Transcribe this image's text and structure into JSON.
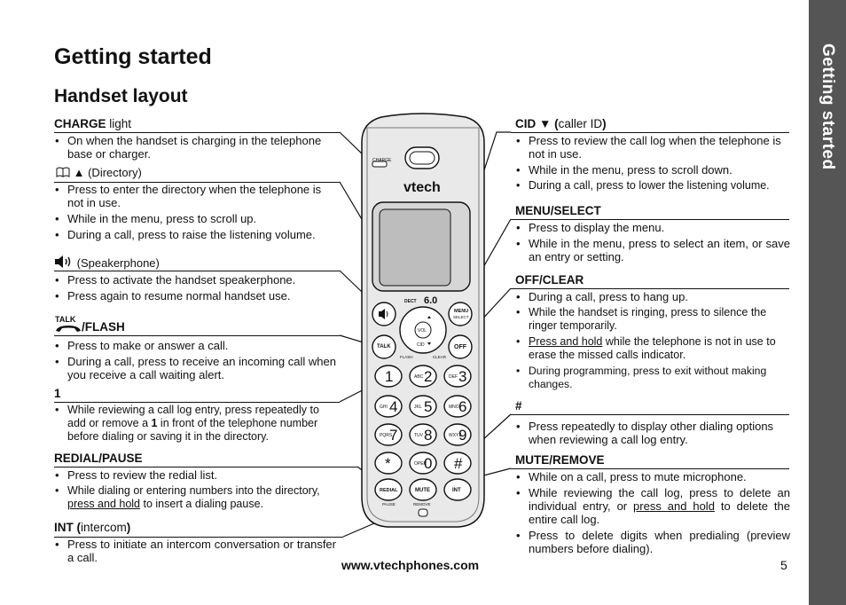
{
  "title": "Getting started",
  "subtitle": "Handset layout",
  "side_tab": "Getting started",
  "left": {
    "charge": {
      "label": "CHARGE",
      "suffix": " light",
      "items": [
        "On when the handset is charging in the telephone base or charger."
      ]
    },
    "directory": {
      "label": "▲ (Directory)",
      "items": [
        "Press to enter the directory when the telephone is not in use.",
        "While in the menu, press to scroll up.",
        "During a call, press to raise the listening volume."
      ]
    },
    "speaker": {
      "label": " (Speakerphone)",
      "items": [
        "Press to activate the handset speakerphone.",
        "Press again to resume normal handset use."
      ]
    },
    "talk": {
      "label": "/FLASH",
      "talk_word": "TALK",
      "items": [
        "Press to make or answer a call.",
        "During a call, press to receive an incoming call when you receive a call waiting alert."
      ]
    },
    "one": {
      "label": "1",
      "item_pre": "While reviewing a call log entry, press repeatedly to add or remove a ",
      "item_bold": "1",
      "item_post": " in front of the telephone number before dialing or saving it in the directory."
    },
    "redial": {
      "label": "REDIAL/PAUSE",
      "item1": "Press to review the redial list.",
      "item2_pre": "While dialing or entering numbers into the directory, ",
      "item2_u": "press and hold",
      "item2_post": " to insert a dialing pause."
    },
    "int": {
      "label": "INT (",
      "label_lt": "intercom",
      "label_end": ")",
      "items": [
        "Press to initiate an intercom conversation or transfer a call."
      ]
    }
  },
  "right": {
    "cid": {
      "label": "CID ▼ (",
      "label_lt": "caller ID",
      "label_end": ")",
      "items": [
        "Press to review the call log when the telephone is not in use.",
        "While in the menu, press to scroll down.",
        "During a call, press to lower the listening volume."
      ]
    },
    "menu": {
      "label": "MENU/SELECT",
      "items": [
        "Press to display the menu.",
        "While in the menu, press to select an item, or save an entry or setting."
      ]
    },
    "off": {
      "label": "OFF/CLEAR",
      "item1": "During a call, press to hang up.",
      "item2": "While the handset is ringing, press to silence the ringer temporarily.",
      "item3_u": "Press and hold",
      "item3_post": " while the telephone is not in use to erase the missed calls indicator.",
      "item4": "During programming, press to exit without making changes."
    },
    "hash": {
      "label": "#",
      "items": [
        "Press repeatedly to display other dialing options when reviewing a call log entry."
      ]
    },
    "mute": {
      "label": "MUTE/REMOVE",
      "item1": "While on a call, press to mute microphone.",
      "item2_pre": "While reviewing the call log, press to delete an individual entry, or ",
      "item2_u": "press and hold",
      "item2_post": " to delete the entire call log.",
      "item3": "Press to delete digits when predialing (preview numbers before dialing)."
    }
  },
  "phone": {
    "brand": "vtech",
    "charge_text": "CHARGE",
    "dect": "DECT",
    "dect_ver": "6.0",
    "keys": [
      {
        "digit": "1",
        "letters": ""
      },
      {
        "digit": "2",
        "letters": "ABC"
      },
      {
        "digit": "3",
        "letters": "DEF"
      },
      {
        "digit": "4",
        "letters": "GHI"
      },
      {
        "digit": "5",
        "letters": "JKL"
      },
      {
        "digit": "6",
        "letters": "MNO"
      },
      {
        "digit": "7",
        "letters": "PQRS"
      },
      {
        "digit": "8",
        "letters": "TUV"
      },
      {
        "digit": "9",
        "letters": "WXYZ"
      },
      {
        "digit": "*",
        "letters": ""
      },
      {
        "digit": "0",
        "letters": "OPER"
      },
      {
        "digit": "#",
        "letters": ""
      }
    ],
    "talk_key": "TALK",
    "flash_text": "FLASH",
    "off_key": "OFF",
    "clear_text": "CLEAR",
    "menu_key": "MENU",
    "select_text": "SELECT",
    "vol_text": "VOL",
    "cid_text": "CID",
    "redial_key": "REDIAL",
    "pause_text": "PAUSE",
    "mute_key": "MUTE",
    "remove_text": "REMOVE",
    "int_key": "INT"
  },
  "footer": {
    "url": "www.vtechphones.com",
    "page": "5"
  },
  "colors": {
    "tab": "#555555",
    "text": "#111111"
  }
}
